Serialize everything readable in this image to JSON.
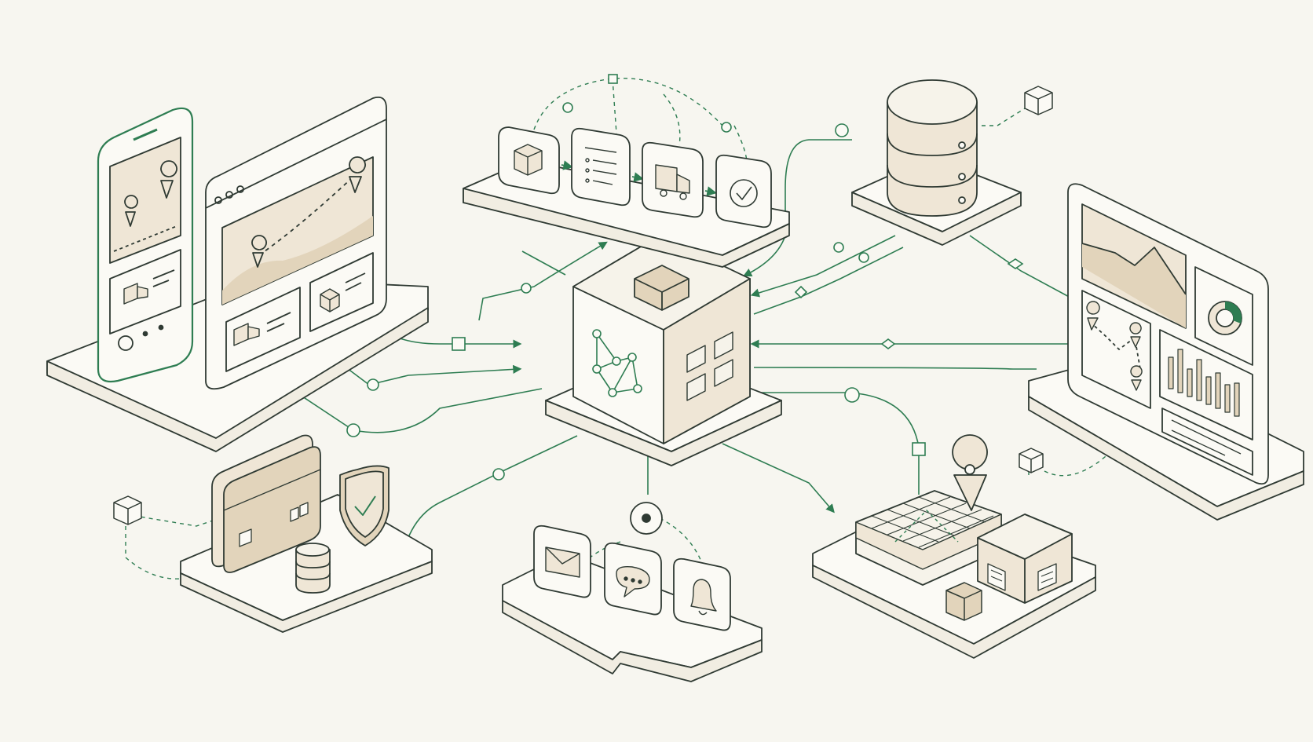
{
  "palette": {
    "background": "#f7f6f0",
    "stroke": "#2f3a33",
    "accent": "#2e7d52",
    "fill_light": "#fbfaf5",
    "fill_beige": "#efe6d6",
    "fill_tan": "#e2d4bb"
  },
  "nodes": [
    {
      "id": "central-hub",
      "icons": [
        "open-box-icon",
        "network-graph-icon",
        "grid-window-icon"
      ]
    },
    {
      "id": "mobile-and-web-apps",
      "icons": [
        "smartphone-icon",
        "browser-window-icon",
        "map-pin-icon",
        "delivery-truck-icon",
        "package-icon"
      ]
    },
    {
      "id": "order-workflow",
      "icons": [
        "package-icon",
        "document-list-icon",
        "delivery-truck-icon",
        "checkmark-icon"
      ]
    },
    {
      "id": "database",
      "icons": [
        "database-icon",
        "cube-icon"
      ]
    },
    {
      "id": "analytics-dashboard",
      "icons": [
        "area-chart-icon",
        "donut-chart-icon",
        "bar-chart-icon",
        "map-pin-icon"
      ]
    },
    {
      "id": "payments-security",
      "icons": [
        "credit-card-icon",
        "shield-check-icon",
        "coin-stack-icon",
        "cube-icon"
      ]
    },
    {
      "id": "notifications",
      "icons": [
        "envelope-icon",
        "chat-bubble-icon",
        "bell-icon",
        "broadcast-icon"
      ]
    },
    {
      "id": "warehouse-map",
      "icons": [
        "map-grid-icon",
        "map-pin-icon",
        "warehouse-icon",
        "cube-icon"
      ]
    }
  ]
}
